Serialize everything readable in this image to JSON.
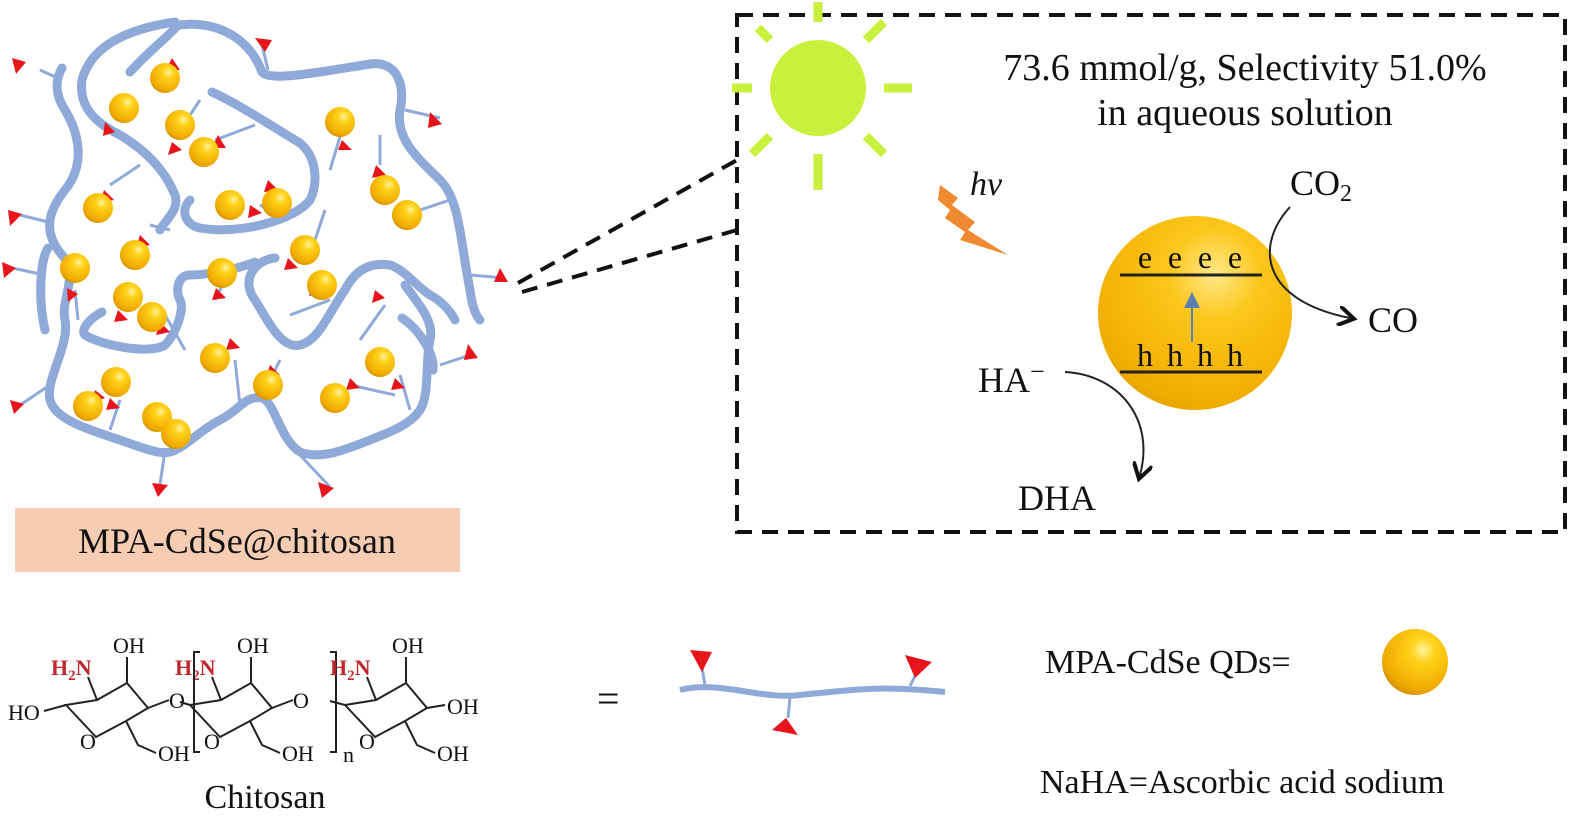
{
  "colors": {
    "chain": "#8fa9d9",
    "qd": "#f2b705",
    "ligand": "#e8141b",
    "sun": "#c9f03c",
    "photon": "#f08a30",
    "label_bg": "#f6cdb2"
  },
  "composite_label": "MPA-CdSe@chitosan",
  "reaction": {
    "performance": "73.6 mmol/g, Selectivity 51.0%",
    "condition": "in aqueous solution",
    "light": "hv",
    "co2": "CO",
    "co2_sub": "2",
    "co": "CO",
    "ha": "HA",
    "ha_charge": "−",
    "dha": "DHA",
    "electrons": [
      "e",
      "e",
      "e",
      "e"
    ],
    "holes": [
      "h",
      "h",
      "h",
      "h"
    ]
  },
  "chitosan": {
    "name": "Chitosan",
    "amine": "H",
    "amine_sub": "2",
    "amine_n": "N",
    "hydroxyl": "OH",
    "hydroxyl_left": "HO",
    "ring_oxygen": "O",
    "repeat": "n",
    "equals": "="
  },
  "legend": {
    "qd_label": "MPA-CdSe QDs=",
    "naha_label": "NaHA=Ascorbic acid sodium"
  }
}
